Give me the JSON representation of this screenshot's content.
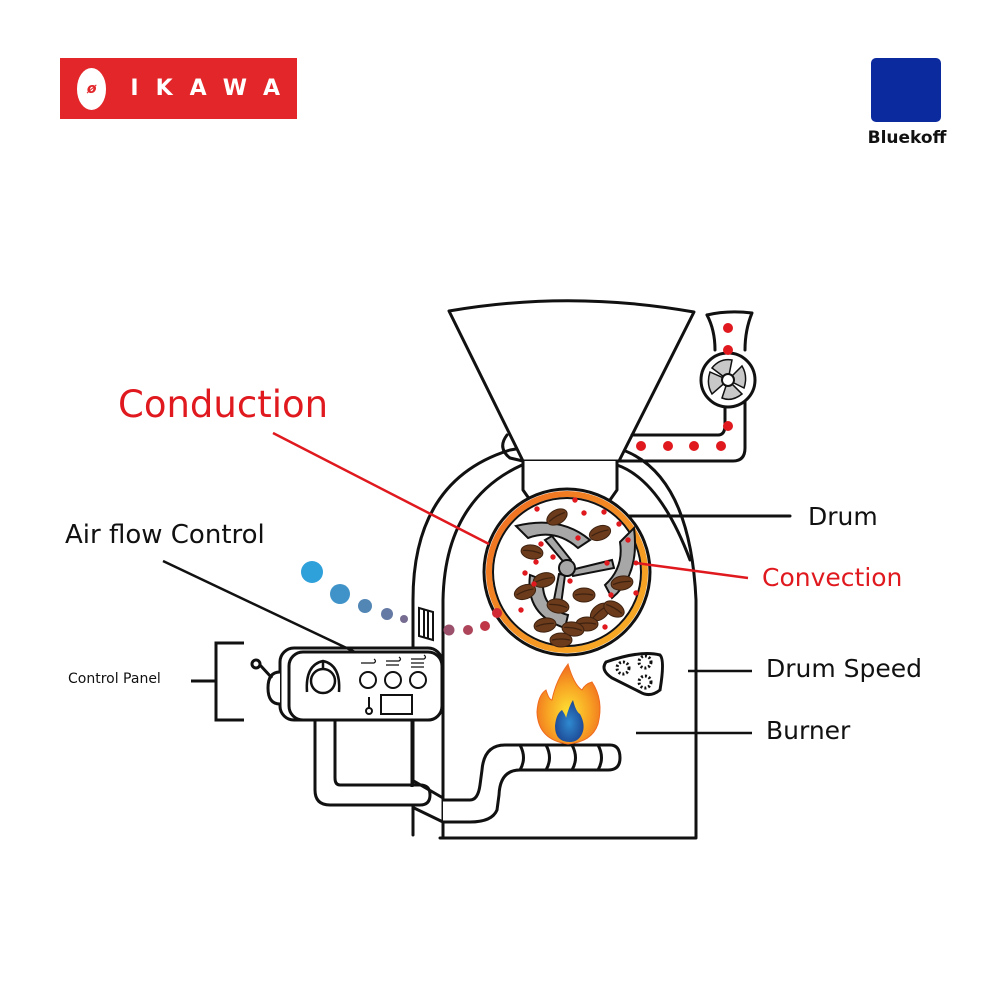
{
  "logos": {
    "ikawa": {
      "wordmark": "IKAWA",
      "emblem": "coffee-bean-icon",
      "color": "#e2262a"
    },
    "bluekoff": {
      "name": "Bluekoff",
      "color": "#0b2a9e"
    }
  },
  "diagram": {
    "subject": "Coffee roaster heat transfer",
    "labels": {
      "conduction": "Conduction",
      "convection": "Convection",
      "air_flow_control": "Air flow Control",
      "control_panel": "Control Panel",
      "drum": "Drum",
      "drum_speed": "Drum Speed",
      "burner": "Burner"
    },
    "colors": {
      "heat_label": "#e0191f",
      "outline": "#111111",
      "drum_ring": "#f08a24",
      "heat_dots": "#e0191f",
      "airflow_start": "#2ea0da",
      "airflow_end": "#d12a35",
      "bean": "#6b3b1c",
      "paddle": "#a7a7a7",
      "flame_outer": "#f58a1f",
      "flame_inner": "#1f4e9a"
    },
    "control_panel_icons": [
      "fan-low-icon",
      "fan-mid-icon",
      "fan-high-icon",
      "thermometer-icon",
      "display-screen"
    ]
  }
}
